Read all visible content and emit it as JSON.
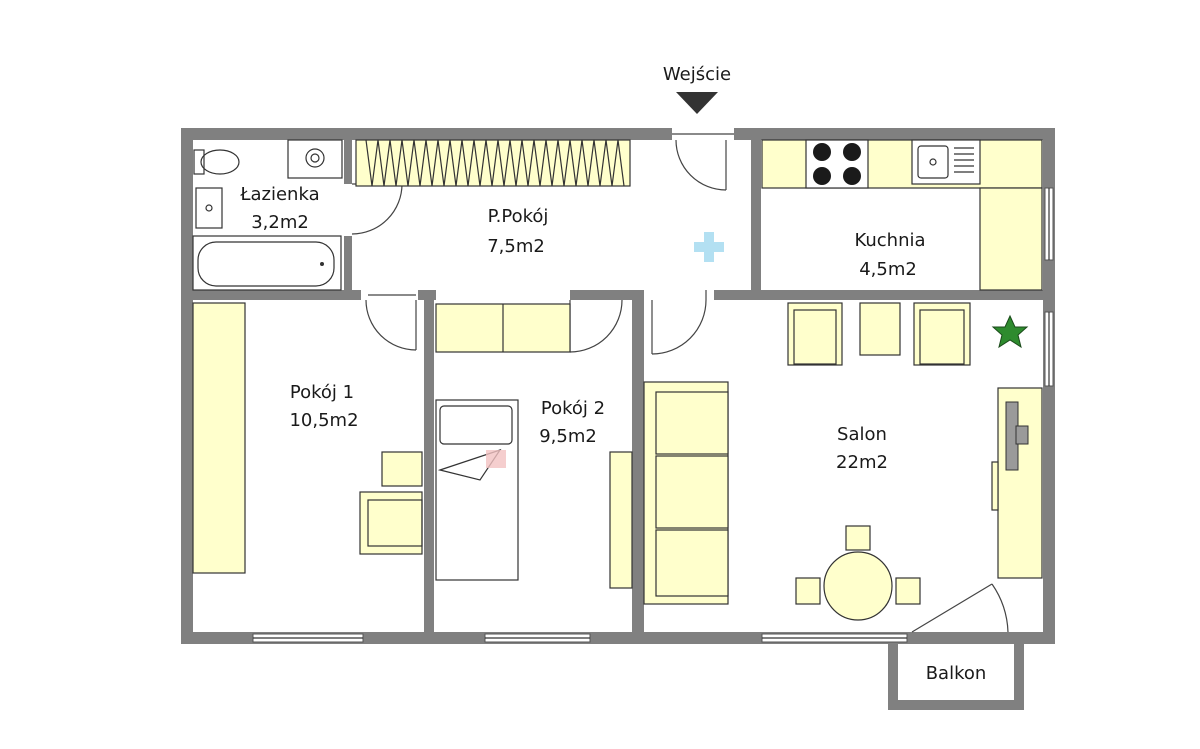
{
  "entrance": {
    "label": "Wejście"
  },
  "rooms": [
    {
      "id": "bathroom",
      "name": "Łazienka",
      "area": "3,2m2"
    },
    {
      "id": "hall",
      "name": "P.Pokój",
      "area": "7,5m2"
    },
    {
      "id": "kitchen",
      "name": "Kuchnia",
      "area": "4,5m2"
    },
    {
      "id": "room1",
      "name": "Pokój 1",
      "area": "10,5m2"
    },
    {
      "id": "room2",
      "name": "Pokój 2",
      "area": "9,5m2"
    },
    {
      "id": "living",
      "name": "Salon",
      "area": "22m2"
    },
    {
      "id": "balcony",
      "name": "Balkon",
      "area": ""
    }
  ],
  "colors": {
    "wall": "#808080",
    "furniture": "#ffffcc",
    "plus": "#b3e0f2",
    "star": "#2e8b2e",
    "hob": "#1a1a1a"
  },
  "icons": [
    "entrance-arrow-icon",
    "plus-icon",
    "star-icon"
  ]
}
